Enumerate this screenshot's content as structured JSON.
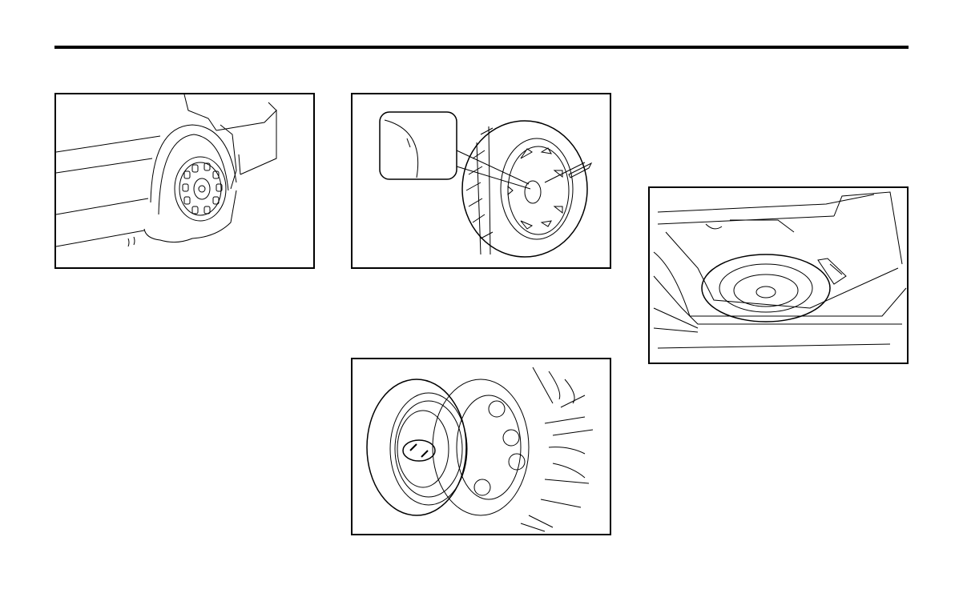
{
  "page": {
    "header_rule": true,
    "figures": [
      {
        "id": "flat-tire",
        "icon": "flat-tire-illustration"
      },
      {
        "id": "hubcap-removal",
        "icon": "screwdriver-hubcap-illustration"
      },
      {
        "id": "wheel-cover",
        "icon": "wheel-cover-hub-illustration"
      },
      {
        "id": "spare-tire-trunk",
        "icon": "trunk-spare-tire-illustration"
      }
    ]
  }
}
